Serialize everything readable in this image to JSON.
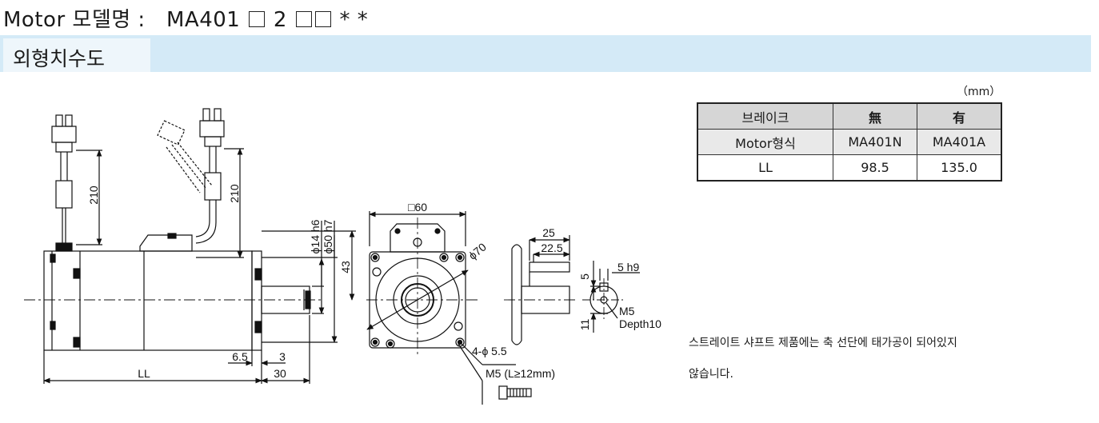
{
  "header": {
    "title_prefix": "Motor 모델명 :",
    "title_model": "MA401",
    "title_digit": "2",
    "title_suffix": "*  *",
    "section_title": "외형치수도"
  },
  "table": {
    "unit": "（mm）",
    "headers": [
      "브레이크",
      "無",
      "有"
    ],
    "rows": [
      [
        "Motor형식",
        "MA401N",
        "MA401A"
      ],
      [
        "LL",
        "98.5",
        "135.0"
      ]
    ]
  },
  "note": {
    "line1": "스트레이트 샤프트 제품에는 축 선단에 태가공이 되어있지",
    "line2": "않습니다."
  },
  "drawing": {
    "dim_210_a": "210",
    "dim_210_b": "210",
    "dim_shaft": "ϕ14 h6",
    "dim_spigot": "ϕ50 h7",
    "dim_43": "43",
    "dim_6_5": "6.5",
    "dim_3": "3",
    "dim_30": "30",
    "dim_LL": "LL",
    "dim_square": "□60",
    "dim_pcd": "ϕ70",
    "dim_holes": "4-ϕ 5.5",
    "dim_bolt": "M5 (L≥12mm)",
    "dim_25": "25",
    "dim_22_5": "22.5",
    "dim_5h9": "5 h9",
    "dim_5": "5",
    "dim_11": "11",
    "dim_m5": "M5",
    "dim_depth": "Depth10"
  }
}
